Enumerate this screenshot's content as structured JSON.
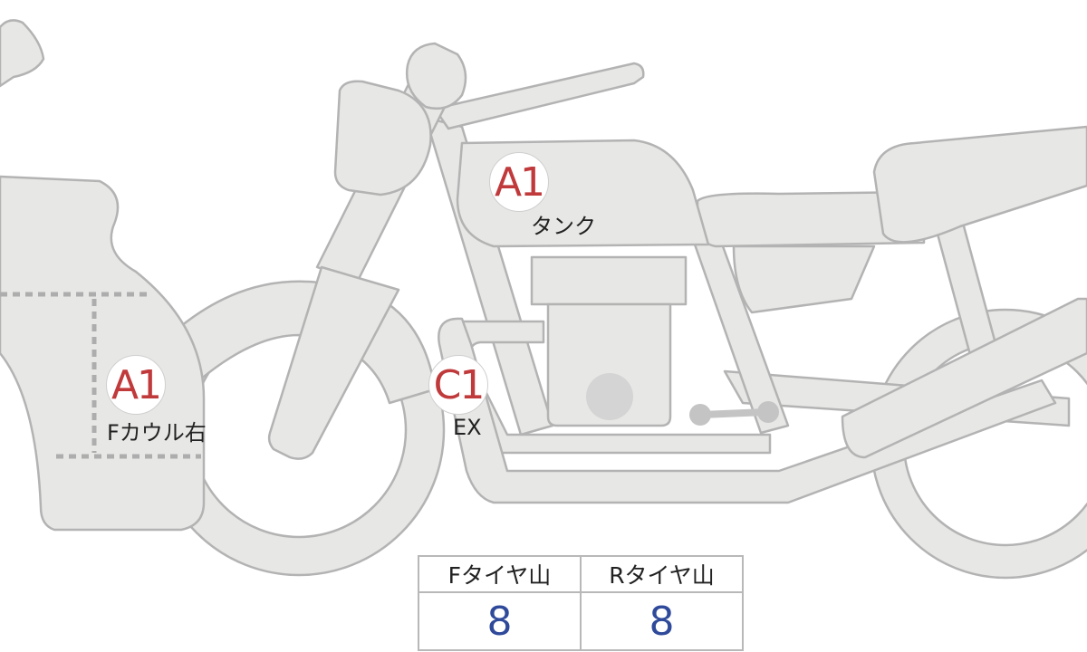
{
  "markers": [
    {
      "code": "A1",
      "label": "タンク"
    },
    {
      "code": "A1",
      "label": "Fカウル右"
    },
    {
      "code": "C1",
      "label": "EX"
    }
  ],
  "tire_table": {
    "headers": [
      "Fタイヤ山",
      "Rタイヤ山"
    ],
    "values": [
      "8",
      "8"
    ]
  },
  "colors": {
    "marker_code": "#c0393b",
    "tire_value": "#2f4a9a",
    "part_fill": "#e7e7e5"
  }
}
